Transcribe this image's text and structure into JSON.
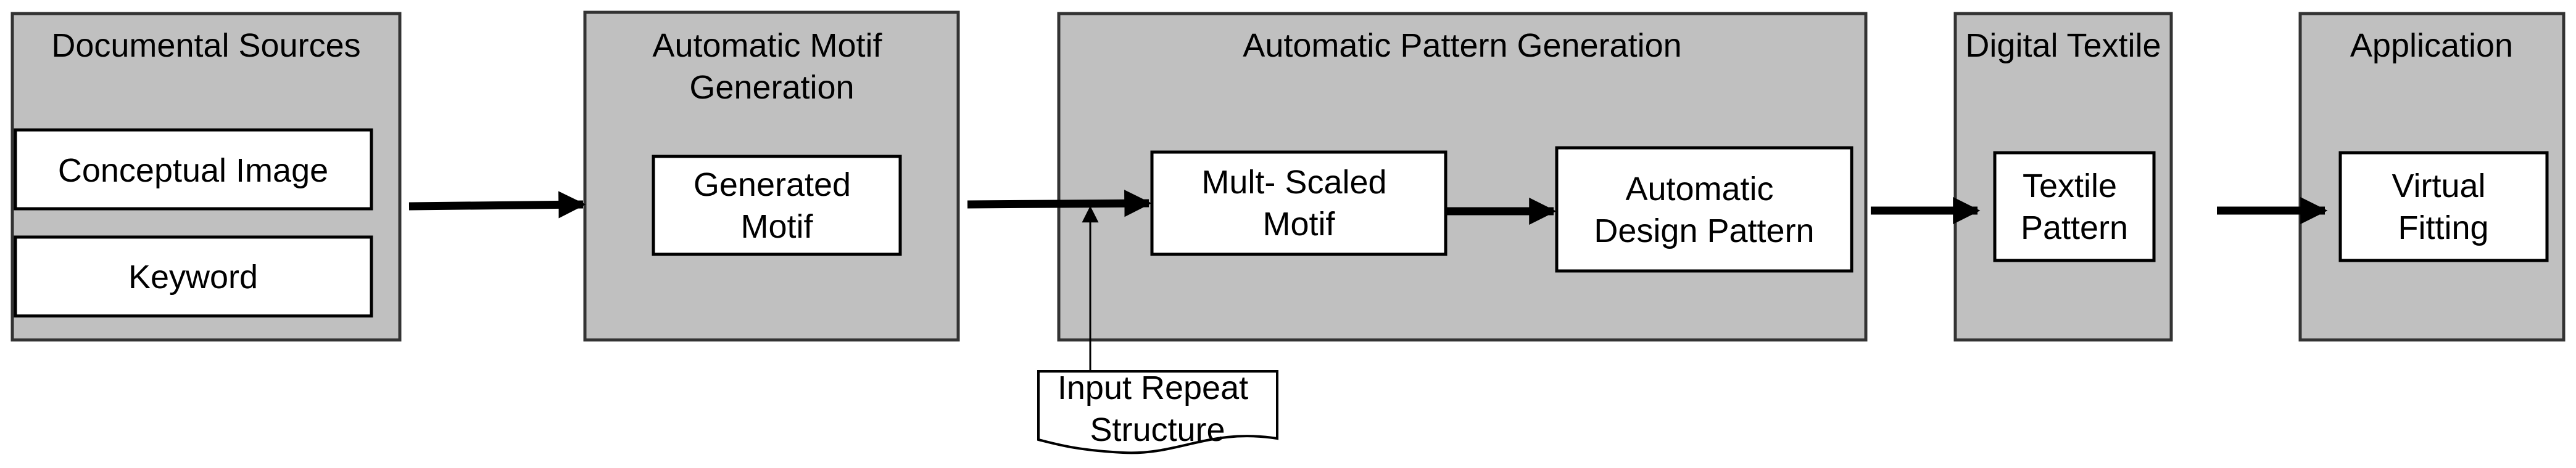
{
  "stages": [
    {
      "title_lines": [
        "Documental Sources"
      ],
      "boxes": [
        {
          "lines": [
            "Conceptual Image"
          ]
        },
        {
          "lines": [
            "Keyword"
          ]
        }
      ]
    },
    {
      "title_lines": [
        "Automatic Motif",
        "Generation"
      ],
      "boxes": [
        {
          "lines": [
            "Generated",
            "Motif"
          ]
        }
      ]
    },
    {
      "title_lines": [
        "Automatic Pattern Generation"
      ],
      "boxes": [
        {
          "lines": [
            "Mult- Scaled",
            "Motif"
          ]
        },
        {
          "lines": [
            "Automatic",
            "Design Pattern"
          ]
        }
      ]
    },
    {
      "title_lines": [
        "Digital Textile"
      ],
      "boxes": [
        {
          "lines": [
            "Textile",
            "Pattern"
          ]
        }
      ]
    },
    {
      "title_lines": [
        "Application"
      ],
      "boxes": [
        {
          "lines": [
            "Virtual",
            "Fitting"
          ]
        }
      ]
    }
  ],
  "input_doc": {
    "lines": [
      "Input Repeat",
      "Structure"
    ]
  }
}
